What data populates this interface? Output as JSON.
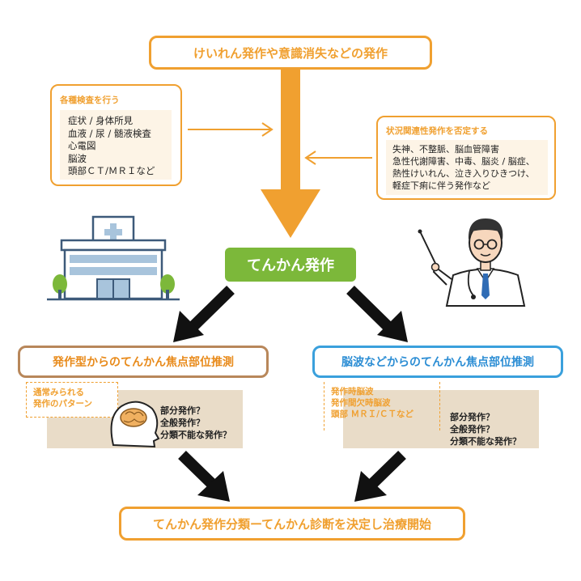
{
  "top_box": "けいれん発作や意識消失などの発作",
  "left_box": {
    "title": "各種検査を行う",
    "items": [
      "症状 / 身体所見",
      "血液 / 尿 / 髄液検査",
      "心電図",
      "脳波",
      "頭部ＣＴ/ＭＲＩなど"
    ]
  },
  "right_box": {
    "title": "状況関連性発作を否定する",
    "items": [
      "失神、不整脈、脳血管障害",
      "急性代謝障害、中毒、脳炎 / 脳症、",
      "熱性けいれん、泣き入りひきつけ、",
      "軽症下痢に伴う発作など"
    ]
  },
  "center_box": "てんかん発作",
  "mid_left": {
    "title": "発作型からのてんかん焦点部位推測",
    "note": [
      "通常みられる",
      "発作のパターン"
    ],
    "questions": [
      "部分発作？",
      "全般発作？",
      "分類不能な発作？"
    ]
  },
  "mid_right": {
    "title": "脳波などからのてんかん焦点部位推測",
    "note": [
      "発作時脳波",
      "発作間欠時脳波",
      "頭部 ＭＲＩ/ＣＴなど"
    ],
    "questions": [
      "部分発作？",
      "全般発作？",
      "分類不能な発作？"
    ]
  },
  "bottom_box": "てんかん発作分類ーてんかん診断を決定し治療開始",
  "colors": {
    "orange": "#f0a030",
    "green": "#7cb83a",
    "brown": "#b8875a",
    "blue": "#3aa0dc",
    "beige": "#e9dcc8"
  }
}
